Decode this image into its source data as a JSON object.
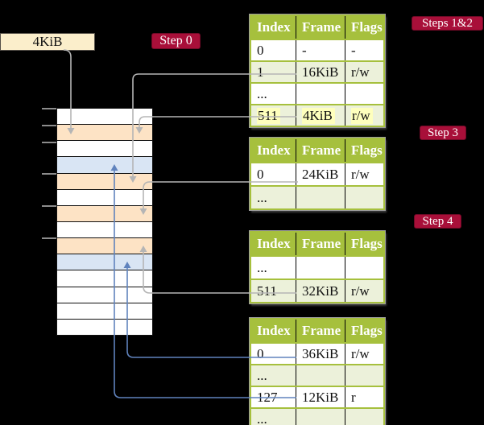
{
  "legend": {
    "frame_size_label": "4KiB"
  },
  "badges": {
    "step0": "Step 0",
    "steps12": "Steps 1&2",
    "step3": "Step 3",
    "step4": "Step 4"
  },
  "page_tables": [
    {
      "id": "table-steps-1-2",
      "headers": [
        "Index",
        "Frame",
        "Flags"
      ],
      "rows": [
        {
          "cells": [
            "0",
            "-",
            "-"
          ],
          "shaded": false,
          "highlighted": false
        },
        {
          "cells": [
            "1",
            "16KiB",
            "r/w"
          ],
          "shaded": true,
          "highlighted": false
        },
        {
          "cells": [
            "...",
            "",
            ""
          ],
          "shaded": false,
          "highlighted": false
        },
        {
          "cells": [
            "511",
            "4KiB",
            "r/w"
          ],
          "shaded": true,
          "highlighted": true
        }
      ]
    },
    {
      "id": "table-step-3",
      "headers": [
        "Index",
        "Frame",
        "Flags"
      ],
      "rows": [
        {
          "cells": [
            "0",
            "24KiB",
            "r/w"
          ],
          "shaded": false,
          "highlighted": false
        },
        {
          "cells": [
            "...",
            "",
            ""
          ],
          "shaded": true,
          "highlighted": false
        }
      ]
    },
    {
      "id": "table-step-4",
      "headers": [
        "Index",
        "Frame",
        "Flags"
      ],
      "rows": [
        {
          "cells": [
            "...",
            "",
            ""
          ],
          "shaded": false,
          "highlighted": false
        },
        {
          "cells": [
            "511",
            "32KiB",
            "r/w"
          ],
          "shaded": true,
          "highlighted": false
        }
      ]
    },
    {
      "id": "table-final",
      "headers": [
        "Index",
        "Frame",
        "Flags"
      ],
      "rows": [
        {
          "cells": [
            "0",
            "36KiB",
            "r/w"
          ],
          "shaded": false,
          "highlighted": false
        },
        {
          "cells": [
            "...",
            "",
            ""
          ],
          "shaded": true,
          "highlighted": false
        },
        {
          "cells": [
            "127",
            "12KiB",
            "r"
          ],
          "shaded": false,
          "highlighted": false
        },
        {
          "cells": [
            "...",
            "",
            ""
          ],
          "shaded": true,
          "highlighted": false
        }
      ]
    }
  ],
  "memory_column": {
    "row_colors": [
      "white",
      "peach",
      "white",
      "blue",
      "peach",
      "white",
      "peach",
      "white",
      "peach",
      "blue",
      "white",
      "white",
      "white",
      "white"
    ],
    "tick_count": 6
  },
  "connectors": [
    {
      "from": "4KiB legend box",
      "to": "peach frame row 2",
      "color": "gray"
    },
    {
      "from": "table-steps-1-2 entry 1 (16KiB)",
      "to": "peach frame row 5",
      "color": "gray"
    },
    {
      "from": "table-steps-1-2 entry 511 (4KiB)",
      "to": "peach frame row 2",
      "color": "gray"
    },
    {
      "from": "table-step-3 entry 0 (24KiB)",
      "to": "peach frame row 7",
      "color": "gray"
    },
    {
      "from": "table-step-4 entry 511 (32KiB)",
      "to": "peach frame row 9",
      "color": "gray"
    },
    {
      "from": "table-final entry 0 (36KiB)",
      "to": "blue frame row 10",
      "color": "blue"
    },
    {
      "from": "table-final entry 127 (12KiB)",
      "to": "blue frame row 4",
      "color": "blue"
    }
  ],
  "colors": {
    "background": "#000000",
    "box_cream": "#fbeecb",
    "badge_red": "#a80f39",
    "table_green": "#a6c03d",
    "row_shade": "#ecf1da",
    "highlight_yellow": "#feffbd",
    "frame_peach": "#fde3c5",
    "frame_blue": "#d9e5f4",
    "arrow_gray": "#b5b5b5",
    "arrow_blue": "#6083bd"
  }
}
